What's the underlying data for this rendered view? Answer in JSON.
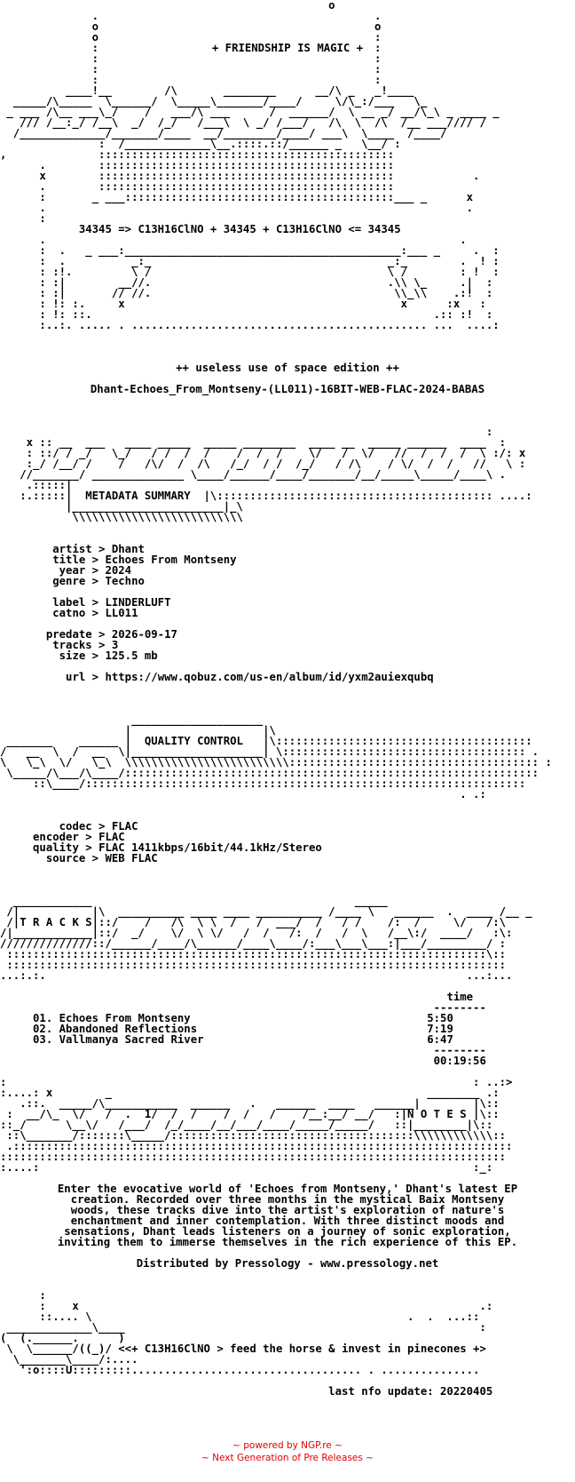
{
  "banner": {
    "slogan": "+ FRIENDSHIP IS MAGIC +",
    "formula": "34345 => C13H16ClNO + 34345 + C13H16ClNO <= 34345"
  },
  "edition": "++ useless use of space edition ++",
  "release_name": "Dhant-Echoes_From_Montseny-(LL011)-16BIT-WEB-FLAC-2024-BABAS",
  "sections": {
    "metadata": "METADATA SUMMARY",
    "quality": "QUALITY CONTROL",
    "tracks": "T R A C K S",
    "notes": "N O T E S"
  },
  "metadata": {
    "artist": "artist > Dhant",
    "title": " title > Echoes From Montseny",
    "year": "  year > 2024",
    "genre": " genre > Techno",
    "label": " label > LINDERLUFT",
    "catno": " catno > LL011",
    "predate": "predate > 2026-09-17",
    "tracks": " tracks > 3",
    "size": "  size > 125.5 mb",
    "url": "url > https://www.qobuz.com/us-en/album/id/yxm2auiexqubq"
  },
  "quality": {
    "codec": "  codec > FLAC",
    "encoder": "encoder > FLAC",
    "quality": "quality > FLAC 1411kbps/16bit/44.1kHz/Stereo",
    "source": " source > WEB FLAC"
  },
  "tracklist": {
    "header": "time",
    "rule_top": "--------",
    "rows": [
      "01. Echoes From Montseny                                    5:50",
      "02. Abandoned Reflections                                   7:19",
      "03. Vallmanya Sacred River                                  6:47"
    ],
    "rule_bottom": "--------",
    "total": "00:19:56"
  },
  "notes": {
    "lines": [
      "Enter the evocative world of 'Echoes from Montseny,' Dhant's latest EP",
      "creation. Recorded over three months in the mystical Baix Montseny",
      "woods, these tracks dive into the artist's exploration of nature's",
      "enchantment and inner contemplation. With three distinct moods and",
      "sensations, Dhant leads listeners on a journey of sonic exploration,",
      "inviting them to immerse themselves in the rich experience of this EP."
    ],
    "distributed": "Distributed by Pressology - www.pressology.net"
  },
  "closing": {
    "tagline": "<<+ C13H16ClNO > feed the horse & invest in pinecones +>",
    "last_update": "last nfo update: 20220405"
  },
  "footer": {
    "powered": "~ powered by NGP.re ~",
    "next_gen": "~ Next Generation of Pre Releases ~"
  }
}
